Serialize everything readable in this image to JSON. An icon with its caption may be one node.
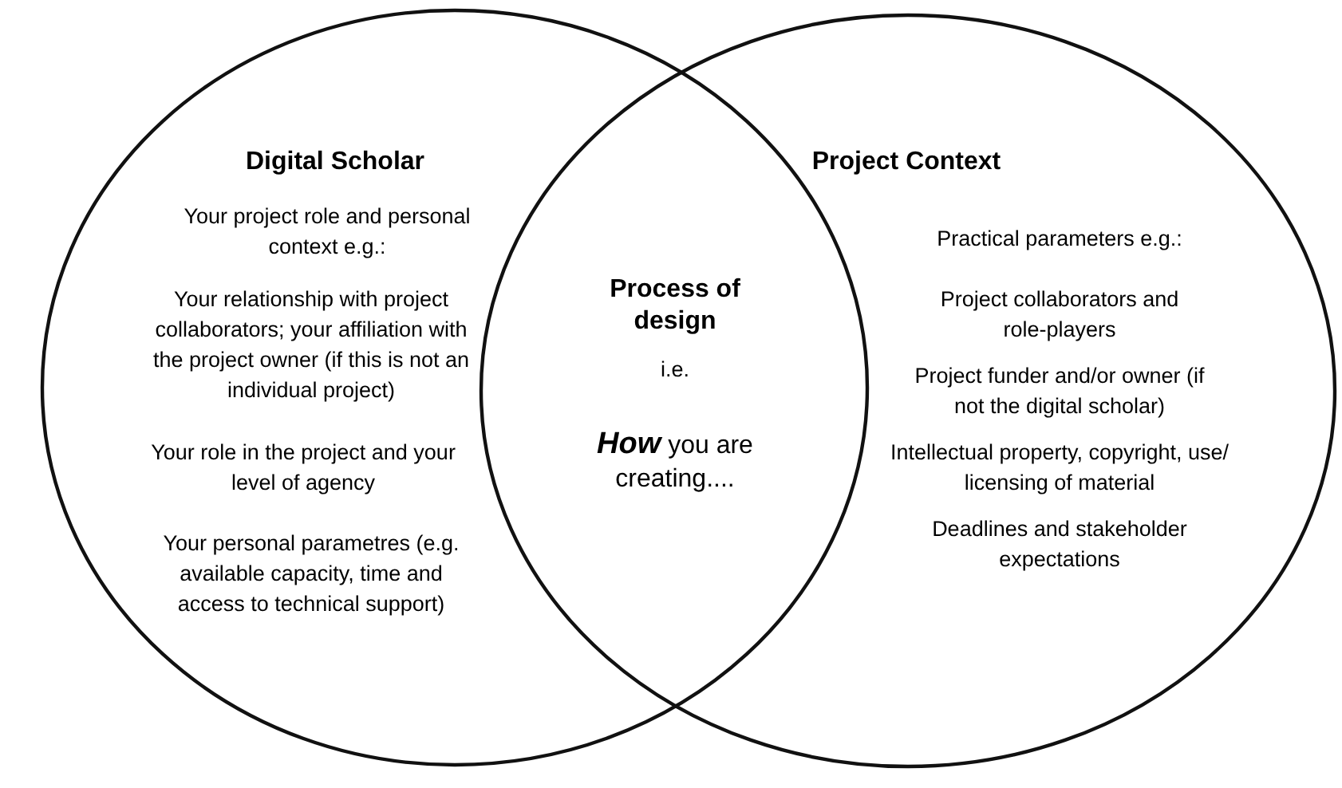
{
  "diagram": {
    "nodes": [
      {
        "text": [
          "Digital Scholar",
          "Your project role and personal context e.g.:",
          "Your relationship with project collaborators; your affiliation with the project owner (if this is not an individual project)",
          "Your role in the project and your level of agency",
          "Your personal parametres (e.g. available capacity, time and access to technical support)"
        ]
      },
      {
        "text": [
          "Project Context",
          "Practical parameters e.g.:",
          "Project collaborators and role-players",
          "Project funder and/or owner (if not the digital scholar)",
          "Intellectual property, copyright, use/ licensing of material",
          "Deadlines and stakeholder expectations"
        ]
      },
      {
        "text": [
          "Process of design",
          "i.e.",
          "**How** you are creating...."
        ]
      }
    ]
  }
}
